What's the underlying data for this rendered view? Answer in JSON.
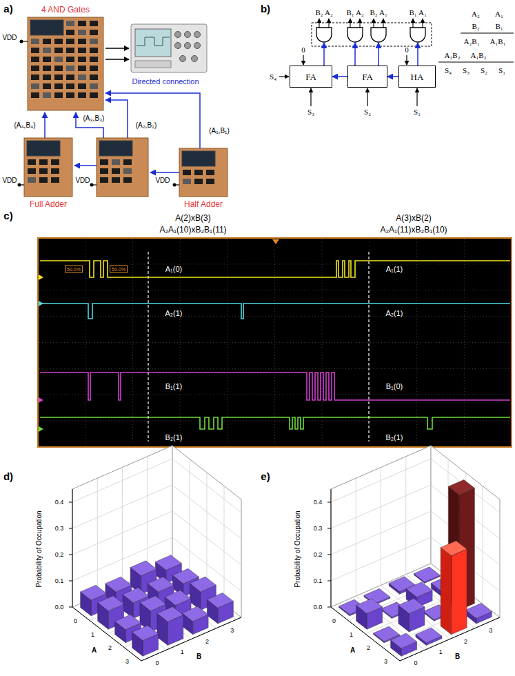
{
  "diagram": {
    "nodes": [
      {
        "text": [
          "FA"
        ]
      },
      {
        "text": [
          "FA"
        ]
      },
      {
        "text": [
          "HA"
        ]
      }
    ],
    "edges": [
      {
        "from": 2,
        "to": 1,
        "arrow": "to"
      },
      {
        "from": 1,
        "to": 0,
        "arrow": "to"
      }
    ],
    "labels": [
      "a)",
      "b)",
      "c)",
      "d)",
      "e)",
      "4 AND Gates",
      "VDD",
      "Directed connection",
      "(A₄,B₄)",
      "(A₃,B₃)",
      "(A₂,B₂)",
      "(A₁,B₁)",
      "VDD",
      "VDD",
      "VDD",
      "Full Adder",
      "Half Adder",
      "B₂",
      "A₂",
      "B₁",
      "A₂",
      "B₂",
      "A₁",
      "B₁",
      "A₁",
      "0",
      "0",
      "S₄",
      "S₃",
      "S₂",
      "S₁",
      "A₂",
      "A₁",
      "B₂",
      "B₁",
      "A₂B₁",
      "A₁B₁",
      "A₂B₂",
      "A₁B₂",
      "S₄",
      "S₃",
      "S₂",
      "S₁",
      "A(2)xB(3)",
      "A₂A₁(10)xB₂B₁(11)",
      "A(3)xB(2)",
      "A₂A₁(11)xB₂B₁(10)",
      "A₁(0)",
      "A₂(1)",
      "B₁(1)",
      "B₂(1)",
      "A₁(1)",
      "A₂(1)",
      "B₁(0)",
      "B₂(1)",
      "50.0%",
      "50.0%",
      "Probability of Occupation",
      "0.0",
      "0.1",
      "0.2",
      "0.3",
      "0.4",
      "0",
      "1",
      "2",
      "3",
      "A",
      "0",
      "1",
      "2",
      "3",
      "B",
      "Probability of Occupation",
      "0.0",
      "0.1",
      "0.2",
      "0.3",
      "0.4",
      "0",
      "1",
      "2",
      "3",
      "A",
      "0",
      "1",
      "2",
      "3",
      "B"
    ]
  }
}
